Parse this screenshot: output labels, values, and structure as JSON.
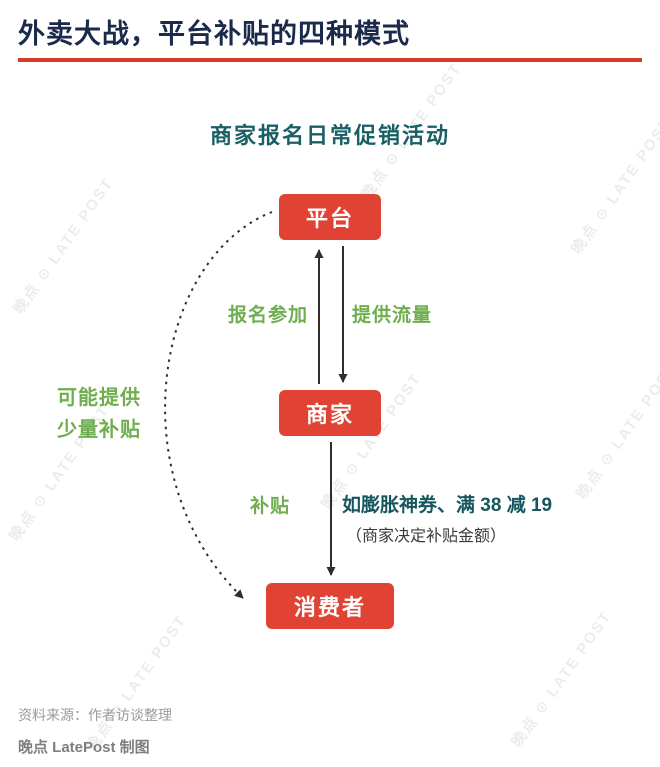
{
  "header": {
    "title": "外卖大战，平台补贴的四种模式",
    "subtitle": "商家报名日常促销活动"
  },
  "diagram": {
    "nodes": {
      "platform": "平台",
      "merchant": "商家",
      "consumer": "消费者"
    },
    "labels": {
      "signup": "报名参加",
      "traffic": "提供流量",
      "subsidy": "补贴",
      "subsidy_detail": "如膨胀神券、满 38 减 19",
      "subsidy_note": "（商家决定补贴金额）",
      "side_note_line1": "可能提供",
      "side_note_line2": "少量补贴"
    }
  },
  "footer": {
    "source": "资料来源：作者访谈整理",
    "credit": "晚点 LatePost 制图"
  },
  "watermark": "晚点 ⊙ LATE POST",
  "colors": {
    "accent_red": "#D53A2A",
    "node_red": "#E04334",
    "label_green": "#6FAE4E",
    "detail_teal": "#16565E",
    "subtitle_teal": "#185F66",
    "title_navy": "#1B2A4A"
  }
}
